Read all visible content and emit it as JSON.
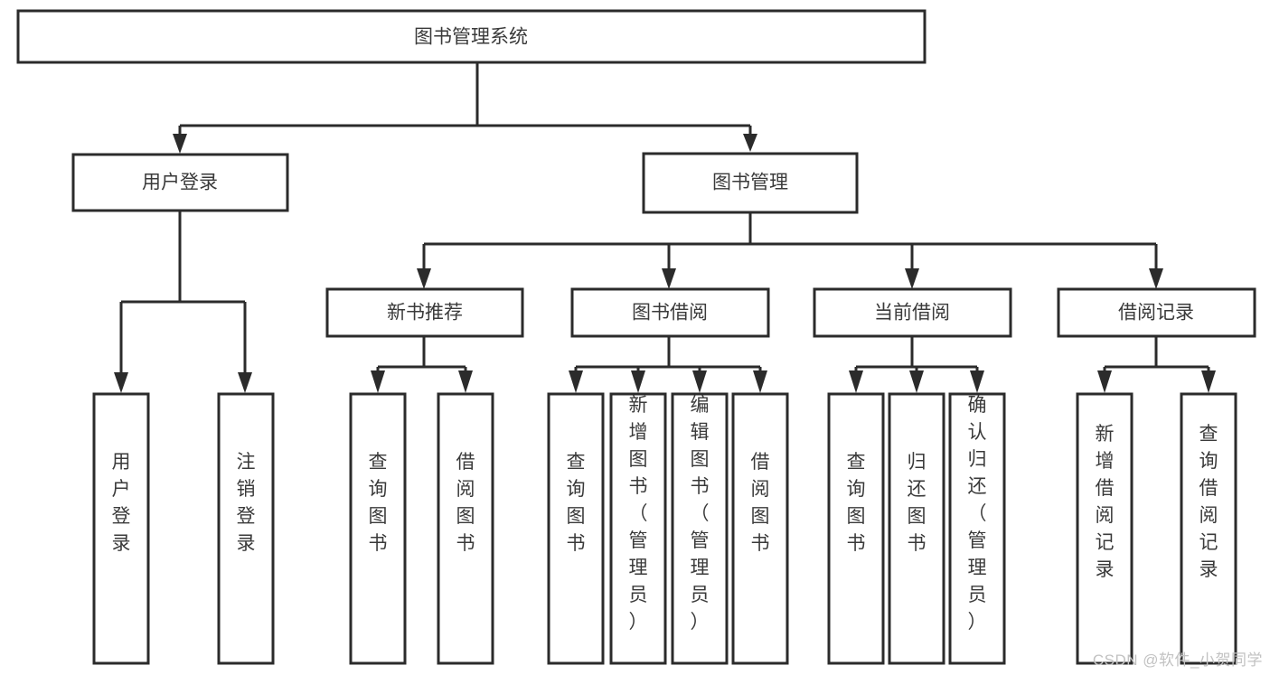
{
  "diagram": {
    "type": "tree",
    "title": "图书管理系统",
    "watermark": "CSDN @软件_小贺同学",
    "nodes": {
      "root": {
        "label": "图书管理系统",
        "orientation": "horizontal"
      },
      "l1_user_login": {
        "label": "用户登录",
        "orientation": "horizontal"
      },
      "l1_book_manage": {
        "label": "图书管理",
        "orientation": "horizontal"
      },
      "l2_new_book_rec": {
        "label": "新书推荐",
        "orientation": "horizontal"
      },
      "l2_book_borrow": {
        "label": "图书借阅",
        "orientation": "horizontal"
      },
      "l2_current_borrow": {
        "label": "当前借阅",
        "orientation": "horizontal"
      },
      "l2_borrow_record": {
        "label": "借阅记录",
        "orientation": "horizontal"
      },
      "leaf_user_login": {
        "label": "用户登录",
        "orientation": "vertical"
      },
      "leaf_logout": {
        "label": "注销登录",
        "orientation": "vertical"
      },
      "leaf_query_book_rec": {
        "label": "查询图书",
        "orientation": "vertical"
      },
      "leaf_borrow_book_rec": {
        "label": "借阅图书",
        "orientation": "vertical"
      },
      "leaf_query_book_borrow": {
        "label": "查询图书",
        "orientation": "vertical"
      },
      "leaf_add_book": {
        "label": "新增图书（管理员）",
        "orientation": "vertical"
      },
      "leaf_edit_book": {
        "label": "编辑图书（管理员）",
        "orientation": "vertical"
      },
      "leaf_borrow_book": {
        "label": "借阅图书",
        "orientation": "vertical"
      },
      "leaf_query_book_cur": {
        "label": "查询图书",
        "orientation": "vertical"
      },
      "leaf_return_book": {
        "label": "归还图书",
        "orientation": "vertical"
      },
      "leaf_confirm_return": {
        "label": "确认归还（管理员）",
        "orientation": "vertical"
      },
      "leaf_add_record": {
        "label": "新增借阅记录",
        "orientation": "vertical"
      },
      "leaf_query_record": {
        "label": "查询借阅记录",
        "orientation": "vertical"
      }
    },
    "edges": [
      {
        "from": "root",
        "to": "l1_user_login"
      },
      {
        "from": "root",
        "to": "l1_book_manage"
      },
      {
        "from": "l1_user_login",
        "to": "leaf_user_login"
      },
      {
        "from": "l1_user_login",
        "to": "leaf_logout"
      },
      {
        "from": "l1_book_manage",
        "to": "l2_new_book_rec"
      },
      {
        "from": "l1_book_manage",
        "to": "l2_book_borrow"
      },
      {
        "from": "l1_book_manage",
        "to": "l2_current_borrow"
      },
      {
        "from": "l1_book_manage",
        "to": "l2_borrow_record"
      },
      {
        "from": "l2_new_book_rec",
        "to": "leaf_query_book_rec"
      },
      {
        "from": "l2_new_book_rec",
        "to": "leaf_borrow_book_rec"
      },
      {
        "from": "l2_book_borrow",
        "to": "leaf_query_book_borrow"
      },
      {
        "from": "l2_book_borrow",
        "to": "leaf_add_book"
      },
      {
        "from": "l2_book_borrow",
        "to": "leaf_edit_book"
      },
      {
        "from": "l2_book_borrow",
        "to": "leaf_borrow_book"
      },
      {
        "from": "l2_current_borrow",
        "to": "leaf_query_book_cur"
      },
      {
        "from": "l2_current_borrow",
        "to": "leaf_return_book"
      },
      {
        "from": "l2_current_borrow",
        "to": "leaf_confirm_return"
      },
      {
        "from": "l2_borrow_record",
        "to": "leaf_add_record"
      },
      {
        "from": "l2_borrow_record",
        "to": "leaf_query_record"
      }
    ],
    "colors": {
      "stroke": "#2b2b2b",
      "fill": "#ffffff",
      "text": "#3a3a3a",
      "watermark": "#c2c2c2"
    }
  }
}
